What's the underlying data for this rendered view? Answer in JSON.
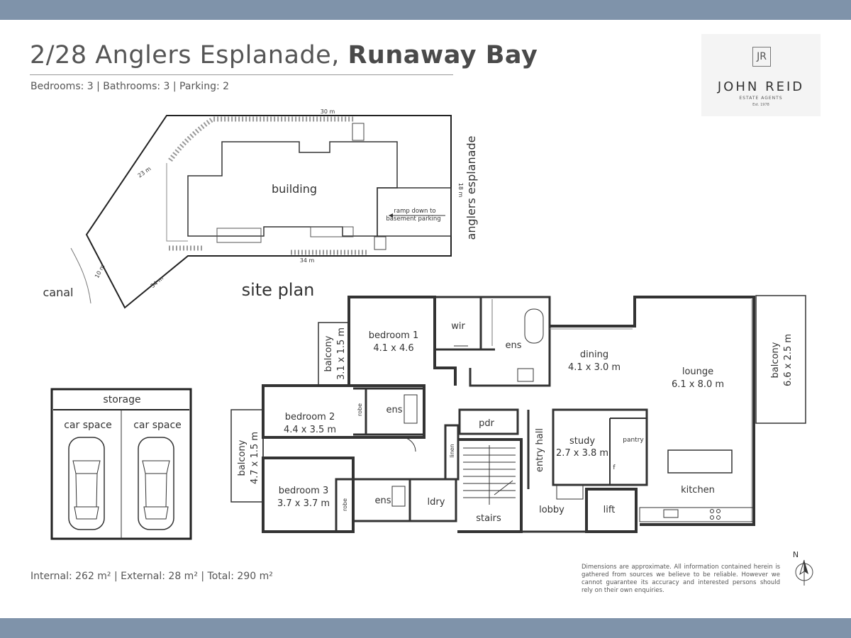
{
  "header": {
    "address": "2/28 Anglers Esplanade,",
    "suburb": "Runaway Bay",
    "details": "Bedrooms: 3  |  Bathrooms: 3  |  Parking: 2"
  },
  "logo": {
    "monogram": "JR",
    "name": "JOHN REID",
    "subtitle": "ESTATE AGENTS",
    "est": "Est. 1978"
  },
  "site_plan": {
    "title": "site plan",
    "street": "anglers esplanade",
    "canal": "canal",
    "building": "building",
    "ramp_line1": "ramp down to",
    "ramp_line2": "basement parking",
    "dim_top": "30 m",
    "dim_nw": "23 m",
    "dim_right": "18 m",
    "dim_bottom": "34 m",
    "dim_sw": "34 m",
    "dim_w": "10 m"
  },
  "garage": {
    "storage": "storage",
    "car_space_1": "car space",
    "car_space_2": "car space"
  },
  "rooms": {
    "bedroom1": {
      "name": "bedroom 1",
      "size": "4.1 x 4.6"
    },
    "bedroom2": {
      "name": "bedroom 2",
      "size": "4.4 x 3.5 m"
    },
    "bedroom3": {
      "name": "bedroom 3",
      "size": "3.7 x 3.7 m"
    },
    "dining": {
      "name": "dining",
      "size": "4.1 x 3.0 m"
    },
    "lounge": {
      "name": "lounge",
      "size": "6.1 x 8.0 m"
    },
    "study": {
      "name": "study",
      "size": "2.7 x 3.8 m"
    },
    "balcony1": {
      "name": "balcony",
      "size": "3.1 x 1.5 m"
    },
    "balcony2": {
      "name": "balcony",
      "size": "4.7 x 1.5 m"
    },
    "balcony3": {
      "name": "balcony",
      "size": "6.6 x 2.5 m"
    },
    "wir": "wir",
    "ens1": "ens",
    "ens2": "ens",
    "ens3": "ens",
    "robe1": "robe",
    "robe2": "robe",
    "pdr": "pdr",
    "linen": "linen",
    "ldry": "ldry",
    "stairs": "stairs",
    "entry_hall": "entry hall",
    "lobby": "lobby",
    "lift": "lift",
    "kitchen": "kitchen",
    "pantry": "pantry",
    "fridge": "f"
  },
  "footer": {
    "areas": "Internal: 262 m²  |  External: 28 m²  |  Total:  290 m²",
    "disclaimer": "Dimensions are approximate.  All information contained herein is gathered from sources we believe to be reliable.  However we cannot guarantee its accuracy and interested persons should rely on their own enquiries."
  },
  "compass": "N"
}
